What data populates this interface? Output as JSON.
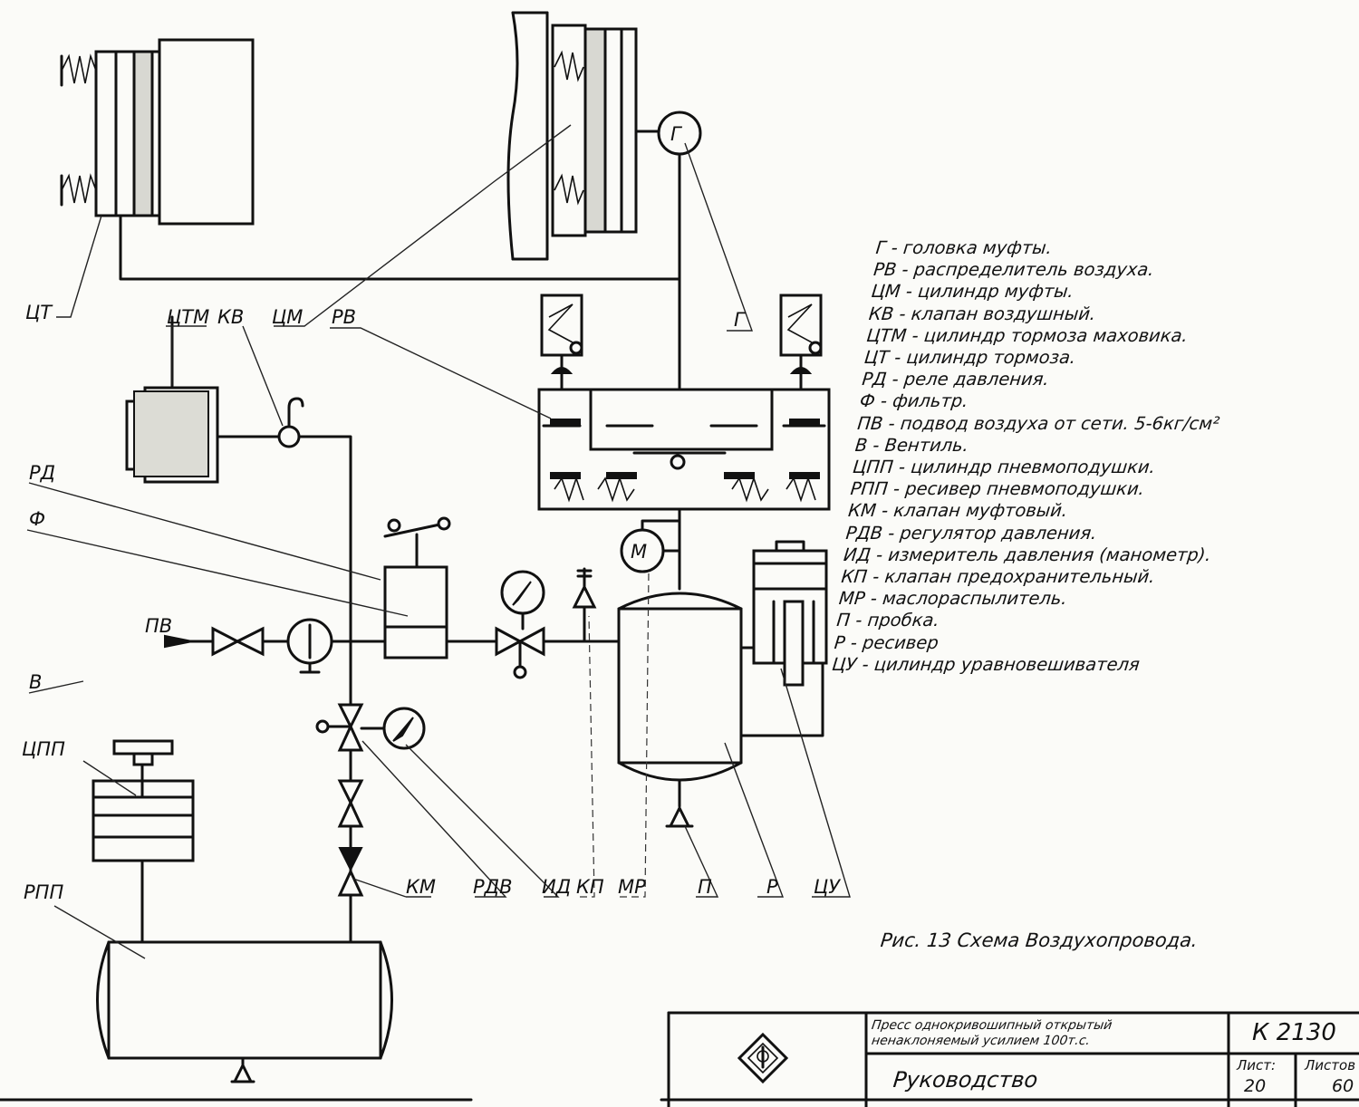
{
  "diagram": {
    "caption": "Рис. 13 Схема  Воздухопровода.",
    "callouts": {
      "ct": "ЦТ",
      "ctm": "ЦТМ",
      "kv": "КВ",
      "cm": "ЦМ",
      "rv": "РВ",
      "g": "Г",
      "rd": "РД",
      "f": "Ф",
      "pv": "ПВ",
      "v": "В",
      "cpp": "ЦПП",
      "rpp": "РПП",
      "km": "КМ",
      "rdv": "РДВ",
      "id": "ИД",
      "kp": "КП",
      "mr": "МР",
      "p": "П",
      "r": "Р",
      "cu": "ЦУ"
    },
    "symbols": {
      "head": "Г",
      "oil_sprayer": "М"
    },
    "legend": [
      "Г - головка  муфты.",
      "РВ - распределитель  воздуха.",
      "ЦМ - цилиндр муфты.",
      "КВ - клапан воздушный.",
      "ЦТМ - цилиндр тормоза маховика.",
      "ЦТ - цилиндр тормоза.",
      "РД - реле давления.",
      "Ф - фильтр.",
      "ПВ - подвод воздуха от сети. 5-6кг/см²",
      "В - Вентиль.",
      "ЦПП - цилиндр пневмоподушки.",
      "РПП - ресивер пневмоподушки.",
      "КМ - клапан муфтовый.",
      "РДВ - регулятор давления.",
      "ИД - измеритель давления (манометр).",
      "КП - клапан предохранительный.",
      "МР - маслораспылитель.",
      "П - пробка.",
      "Р - ресивер",
      "ЦУ - цилиндр уравновешивателя"
    ]
  },
  "title_block": {
    "title_line1": "Пресс однокривошипный открытый",
    "title_line2": "ненаклоняемый усилием 100т.с.",
    "code": "К 2130",
    "document": "Руководство",
    "sheet_label": "Лист:",
    "sheet_value": "20",
    "sheets_label": "Листов",
    "sheets_value": "60"
  }
}
